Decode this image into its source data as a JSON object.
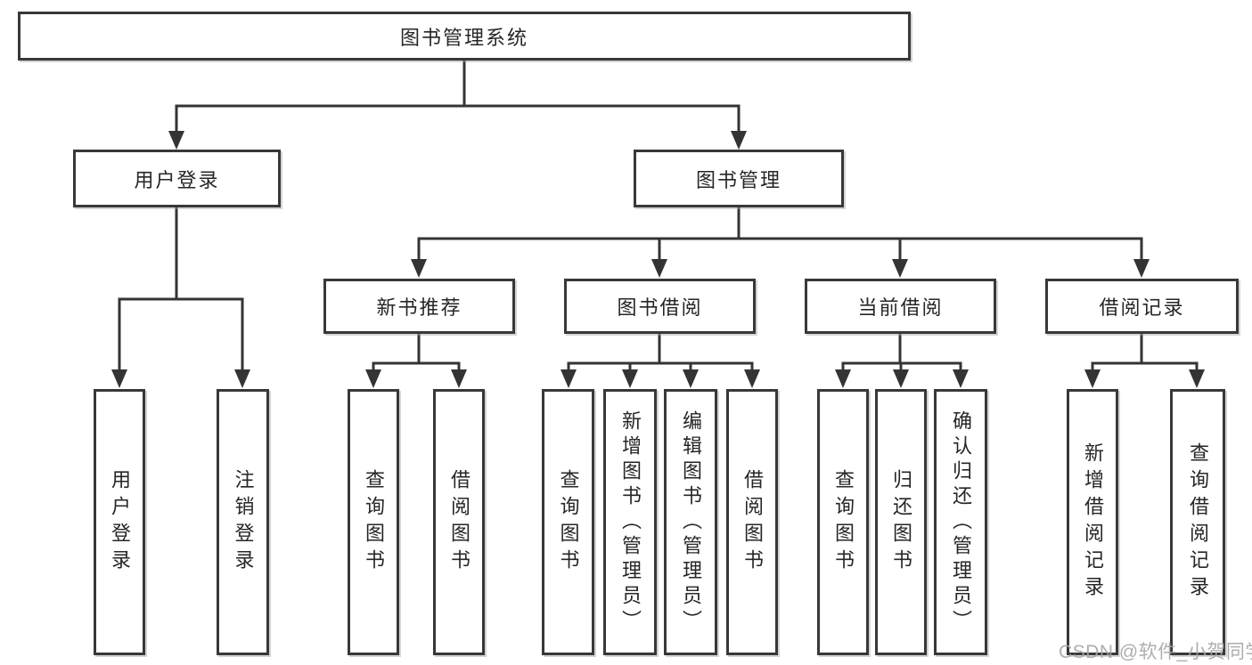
{
  "root": {
    "label": "图书管理系统",
    "children": [
      {
        "label": "用户登录",
        "children": [
          {
            "label": "用户登录"
          },
          {
            "label": "注销登录"
          }
        ]
      },
      {
        "label": "图书管理",
        "children": [
          {
            "label": "新书推荐",
            "children": [
              {
                "label": "查询图书"
              },
              {
                "label": "借阅图书"
              }
            ]
          },
          {
            "label": "图书借阅",
            "children": [
              {
                "label": "查询图书"
              },
              {
                "label": "新增图书（管理员）"
              },
              {
                "label": "编辑图书（管理员）"
              },
              {
                "label": "借阅图书"
              }
            ]
          },
          {
            "label": "当前借阅",
            "children": [
              {
                "label": "查询图书"
              },
              {
                "label": "归还图书"
              },
              {
                "label": "确认归还（管理员）"
              }
            ]
          },
          {
            "label": "借阅记录",
            "children": [
              {
                "label": "新增借阅记录"
              },
              {
                "label": "查询借阅记录"
              }
            ]
          }
        ]
      }
    ]
  },
  "watermark": "CSDN @软件_小贺同学",
  "colors": {
    "line": "#343434",
    "box_border": "#383838",
    "box_fill": "#ffffff",
    "text": "#262626",
    "background": "#ffffff",
    "watermark": "#a5a5a5"
  }
}
